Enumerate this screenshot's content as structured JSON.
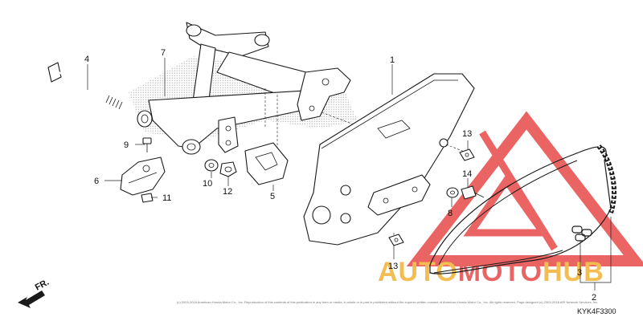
{
  "diagram": {
    "drawing_code": "KYK4F3300",
    "direction_label": "FR.",
    "copyright": "(c) 2003-2018 American Honda Motor Co., Inc. Reproduction of this contents of this publication in any form or media, in whole or in part is prohibited without the express written consent of American Honda Motor Co., Inc. All rights reserved. Page designed (c) 2003-2018 ARI Network Services, Inc.",
    "callouts": [
      "1",
      "2",
      "3",
      "4",
      "5",
      "6",
      "7",
      "8",
      "9",
      "10",
      "11",
      "12",
      "13",
      "13",
      "14"
    ]
  },
  "watermark": {
    "text_a": "AUTO",
    "text_b": "MOTO",
    "text_c": "HUB",
    "color_primary": "#e84a4a",
    "color_secondary": "#f2b233"
  }
}
